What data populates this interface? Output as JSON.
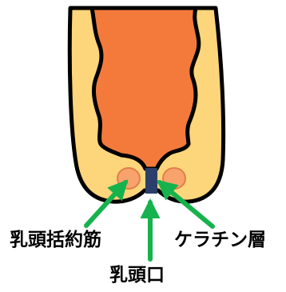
{
  "labels": {
    "sphincter": "乳頭括約筋",
    "keratin": "ケラチン層",
    "orifice": "乳頭口"
  },
  "colors": {
    "outline": "#000000",
    "skin": "#FDD57A",
    "canal": "#F47A3C",
    "sphincter_fill": "#F7A36B",
    "keratin_plug": "#2C3F6B",
    "arrow": "#16B24D"
  }
}
